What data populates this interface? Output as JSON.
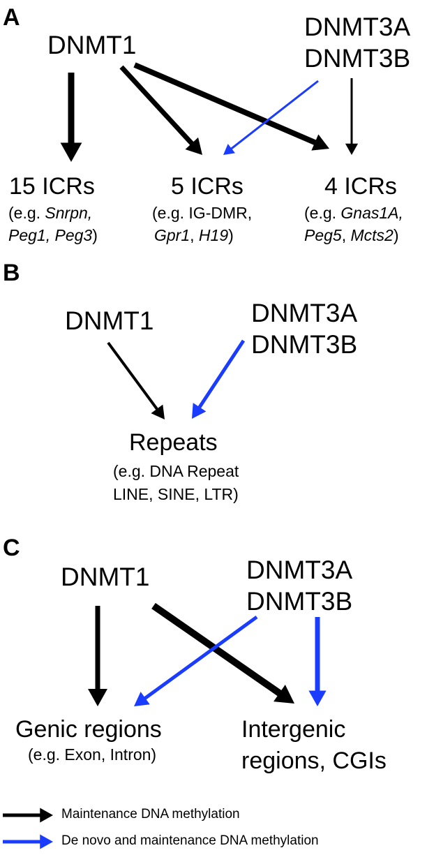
{
  "colors": {
    "maintenance": "#000000",
    "de_novo": "#1a3cff"
  },
  "panel_a": {
    "label": "A",
    "dnmt1": "DNMT1",
    "dnmt3a": "DNMT3A",
    "dnmt3b": "DNMT3B",
    "targets": [
      {
        "title": "15 ICRs",
        "open": "(e.g. ",
        "i1": "Snrpn,",
        "line2_i1": "Peg1,",
        "line2_sep": " ",
        "line2_i2": "Peg3",
        "close": ")"
      },
      {
        "title": "5 ICRs",
        "open": "(e.g. IG-DMR,",
        "line2_i1": "Gpr1",
        "line2_sep": ", ",
        "line2_i2": "H19",
        "close": ")"
      },
      {
        "title": "4 ICRs",
        "open": "(e.g. ",
        "i1": "Gnas1A,",
        "line2_i1": "Peg5",
        "line2_sep": ", ",
        "line2_i2": "Mcts2",
        "close": ")"
      }
    ]
  },
  "panel_b": {
    "label": "B",
    "dnmt1": "DNMT1",
    "dnmt3a": "DNMT3A",
    "dnmt3b": "DNMT3B",
    "target_title": "Repeats",
    "target_line1": "(e.g. DNA Repeat",
    "target_line2": "LINE, SINE, LTR)"
  },
  "panel_c": {
    "label": "C",
    "dnmt1": "DNMT1",
    "dnmt3a": "DNMT3A",
    "dnmt3b": "DNMT3B",
    "genic_title": "Genic regions",
    "genic_sub": "(e.g. Exon, Intron)",
    "intergenic_line1": "Intergenic",
    "intergenic_line2": "regions, CGIs"
  },
  "legend": {
    "maintenance": "Maintenance DNA methylation",
    "de_novo": "De novo and maintenance DNA methylation"
  }
}
